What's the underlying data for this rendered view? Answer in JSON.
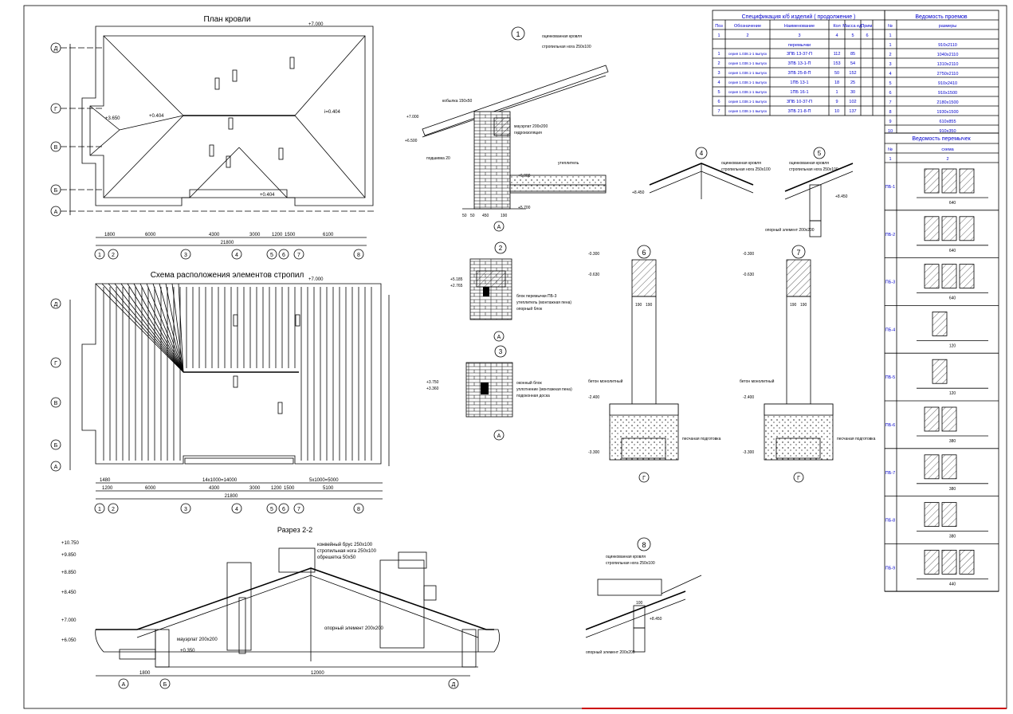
{
  "titles": {
    "roof_plan": "План кровли",
    "rafter_scheme": "Схема расположения элементов стропил",
    "section": "Разрез 2-2",
    "spec_table": "Спецификация к/б изделий ( продолжение )",
    "openings": "Ведомость проемов",
    "lintels": "Ведомость перемычек"
  },
  "spec": {
    "headers": [
      "Поз",
      "Обозначение",
      "Наименование",
      "Кол",
      "Масса ед.",
      "Прим."
    ],
    "index_row": [
      "1",
      "2",
      "3",
      "4",
      "5",
      "6"
    ],
    "group": "перемычки",
    "rows": [
      {
        "pos": "1",
        "mark": "серия 1.038.1-1 выпуск",
        "name": "3ПБ 13-37-П",
        "qty": "112",
        "mass": "85"
      },
      {
        "pos": "2",
        "mark": "серия 1.038.1-1 выпуск",
        "name": "3ПБ 13-1-П",
        "qty": "153",
        "mass": "54"
      },
      {
        "pos": "3",
        "mark": "серия 1.038.1-1 выпуск",
        "name": "3ПБ 25-8-П",
        "qty": "50",
        "mass": "152"
      },
      {
        "pos": "4",
        "mark": "серия 1.038.1-1 выпуск",
        "name": "1ПБ 13-1",
        "qty": "18",
        "mass": "25"
      },
      {
        "pos": "5",
        "mark": "серия 1.038.1-1 выпуск",
        "name": "1ПБ 16-1",
        "qty": "1",
        "mass": "30"
      },
      {
        "pos": "6",
        "mark": "серия 1.038.1-1 выпуск",
        "name": "3ПБ 10-37-П",
        "qty": "9",
        "mass": "102"
      },
      {
        "pos": "7",
        "mark": "серия 1.038.1-1 выпуск",
        "name": "3ПБ 21-8-П",
        "qty": "10",
        "mass": "137"
      }
    ]
  },
  "openings": {
    "headers": [
      "№",
      "размеры"
    ],
    "rows": [
      {
        "n": "1",
        "size": ""
      },
      {
        "n": "1",
        "size": "910х2110"
      },
      {
        "n": "2",
        "size": "1040х2110"
      },
      {
        "n": "3",
        "size": "1310х2110"
      },
      {
        "n": "4",
        "size": "2750х2110"
      },
      {
        "n": "5",
        "size": "910х2410"
      },
      {
        "n": "6",
        "size": "910х1500"
      },
      {
        "n": "7",
        "size": "2180х1500"
      },
      {
        "n": "8",
        "size": "1930х1500"
      },
      {
        "n": "9",
        "size": "610х855"
      },
      {
        "n": "10",
        "size": "910х350"
      }
    ]
  },
  "lintels": {
    "headers": [
      "№",
      "схема"
    ],
    "index_row": [
      "1",
      "2"
    ],
    "rows": [
      {
        "mark": "ПБ-1",
        "dim": "640"
      },
      {
        "mark": "ПБ-2",
        "dim": "640"
      },
      {
        "mark": "ПБ-3",
        "dim": "640"
      },
      {
        "mark": "ПБ-4",
        "dim": "120"
      },
      {
        "mark": "ПБ-5",
        "dim": "120"
      },
      {
        "mark": "ПБ-6",
        "dim": "380"
      },
      {
        "mark": "ПБ-7",
        "dim": "380"
      },
      {
        "mark": "ПБ-8",
        "dim": "380"
      },
      {
        "mark": "ПБ-9",
        "dim": "440"
      }
    ]
  },
  "plan": {
    "axes_h": [
      "1",
      "2",
      "3",
      "4",
      "5",
      "6",
      "7",
      "8"
    ],
    "axes_v": [
      "Д",
      "Г",
      "В",
      "Б",
      "А"
    ],
    "dims_top": [
      "1800",
      "6000",
      "4300",
      "3000",
      "1200",
      "1500",
      "6100"
    ],
    "total": "21800",
    "levels": [
      "+7.000",
      "+3.650",
      "+0.404",
      "i=0.404",
      "+0.404"
    ]
  },
  "scheme": {
    "dims": [
      "1480",
      "1200",
      "6000",
      "4300",
      "3000",
      "1200",
      "1500",
      "5100"
    ],
    "rafter_spacing": "14х1000=14000",
    "rafter_spacing2": "5х1000=5000",
    "total": "21800",
    "top_level": "+7.000"
  },
  "section": {
    "levels": [
      "+10.750",
      "+9.850",
      "+8.850",
      "+8.450",
      "+7.000",
      "+6.050",
      "+0.350"
    ],
    "labels": [
      "конвейный брус 250х100",
      "стропильная нога 250х100",
      "обрешетка 50х50",
      "мауэрлат 200х200",
      "опорный элемент 200х200"
    ],
    "dims": [
      "1800",
      "12000"
    ],
    "axes": [
      "А",
      "Б",
      "Д"
    ]
  },
  "node1": {
    "marker": "1",
    "labels": [
      "оцинкованная кровля",
      "стропильная нога 250х100",
      "мауэрлат 200х200",
      "гидроизоляция",
      "утеплитель",
      "подшивка 20",
      "кобылка 150х50"
    ],
    "levels": [
      "+7.000",
      "+6.500",
      "+6.000",
      "+5.700"
    ],
    "dims": [
      "50",
      "50",
      "450",
      "190"
    ]
  },
  "node2": {
    "marker": "2",
    "labels": [
      "блок перемычки ПБ-3",
      "утеплитель (монтажная пена)",
      "опорный блок"
    ],
    "levels": [
      "+5.185",
      "+2.765"
    ]
  },
  "node3": {
    "marker": "3",
    "labels": [
      "оконный блок",
      "уплотнение (монтажная пена)",
      "подоконная доска"
    ],
    "levels": [
      "+3.750",
      "+3.360"
    ]
  },
  "node4": {
    "marker": "4",
    "labels": [
      "оцинкованная кровля",
      "стропильная нога 250х100"
    ],
    "levels": [
      "+8.450"
    ]
  },
  "node5": {
    "marker": "5",
    "labels": [
      "оцинкованная кровля",
      "стропильная нога 250х100",
      "опорный элемент 200х200"
    ],
    "levels": [
      "+8.450"
    ]
  },
  "node6": {
    "marker": "6",
    "labels": [
      "бетон монолитный",
      "песчаная подготовка"
    ],
    "levels": [
      "-0.300",
      "-0.630",
      "-2.400",
      "-3.300"
    ],
    "dims": [
      "190",
      "190"
    ]
  },
  "node7": {
    "marker": "7",
    "labels": [
      "бетон монолитный",
      "песчаная подготовка"
    ],
    "levels": [
      "-0.300",
      "-0.630",
      "-2.400",
      "-3.300"
    ],
    "dims": [
      "190",
      "190"
    ]
  },
  "node8": {
    "marker": "8",
    "labels": [
      "оцинкованная кровля",
      "стропильная нога 250х100",
      "опорный элемент 200х200"
    ],
    "levels": [
      "+8.450"
    ],
    "dims": [
      "100"
    ]
  }
}
